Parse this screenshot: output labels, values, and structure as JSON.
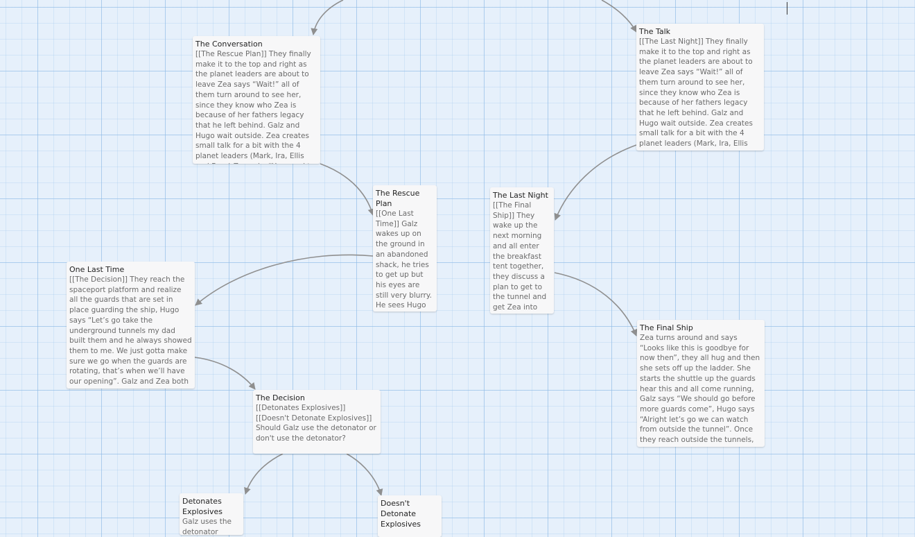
{
  "passages": [
    {
      "id": "the-conversation",
      "title": "The Conversation",
      "excerpt": "[[The Rescue Plan]] They finally make it to the top and right as the planet leaders are about to leave Zea says “Wait!” all of them turn around to see her, since they know who Zea is because of her fathers legacy that he left behind. Galz and Hugo wait outside. Zea creates small talk for a bit with the 4 planet leaders (Mark, Ira, Ellis and Faye) Zea asks “You need to send"
    },
    {
      "id": "the-talk",
      "title": "The Talk",
      "excerpt": "[[The Last Night]] They finally make it to the top and right as the planet leaders are about to leave Zea says “Wait!” all of them turn around to see her, since they know who Zea is because of her fathers legacy that he left behind. Galz and Hugo wait outside. Zea creates small talk for a bit with the 4 planet leaders (Mark, Ira, Ellis and Faye) Zea asks “You need to send me up there”,"
    },
    {
      "id": "the-rescue-plan",
      "title": "The Rescue Plan",
      "excerpt": "[[One Last Time]] Galz wakes up on the ground in an abandoned shack, he tries to get up but his eyes are still very blurry. He sees Hugo still asleep on the"
    },
    {
      "id": "the-last-night",
      "title": "The Last Night",
      "excerpt": "[[The Final Ship]] They wake up the next morning and all enter the breakfast tent together, they discuss a plan to get to the tunnel and get Zea into the"
    },
    {
      "id": "one-last-time",
      "title": "One Last Time",
      "excerpt": "[[The Decision]] They reach the spaceport platform and realize all the guards that are set in place guarding the ship, Hugo says “Let’s go take the underground tunnels my dad built them and he always showed them to me. We just gotta make sure we go when the guards are rotating, that’s when we’ll have our opening”. Galz and Zea both say “Alright sounds like a plan”."
    },
    {
      "id": "the-final-ship",
      "title": "The Final Ship",
      "excerpt": "Zea turns around and says “Looks like this is goodbye for now then”, they all hug and then she sets off up the ladder. She starts the shuttle up the guards hear this and all come running, Galz says “We should go before more guards come”, Hugo says “Alright let’s go we can watch from outside the tunnel”. Once they reach outside the tunnels, Zea is already in the"
    },
    {
      "id": "the-decision",
      "title": "The Decision",
      "excerpt": "[[Detonates Explosives]] [[Doesn't Detonate Explosives]] Should Galz use the detonator or don't use the detonator?"
    },
    {
      "id": "detonates-explosives",
      "title": "Detonates Explosives",
      "excerpt": "Galz uses the detonator which"
    },
    {
      "id": "doesnt-detonate-explosives",
      "title": "Doesn't Detonate Explosives",
      "excerpt": ""
    }
  ],
  "colors": {
    "link": "#8f8f8f",
    "grid_major": "#8cb9e6",
    "background": "#e6f0fb"
  }
}
